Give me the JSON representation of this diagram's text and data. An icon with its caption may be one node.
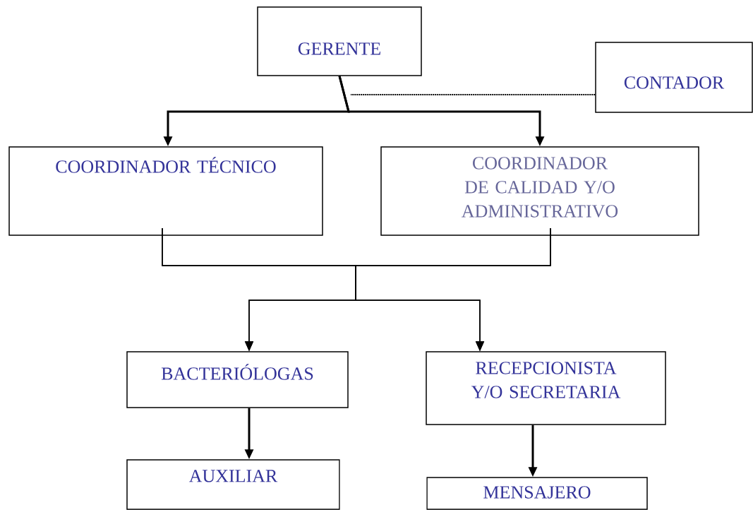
{
  "diagram": {
    "nodes": [
      {
        "text": [
          "GERENTE"
        ]
      },
      {
        "text": [
          "CONTADOR"
        ]
      },
      {
        "text": [
          "COORDINADOR TÉCNICO"
        ]
      },
      {
        "text": [
          "COORDINADOR DE CALIDAD Y/O ADMINISTRATIVO"
        ]
      },
      {
        "text": [
          "BACTERIÓLOGAS"
        ]
      },
      {
        "text": [
          "RECEPCIONISTA Y/O SECRETARIA"
        ]
      },
      {
        "text": [
          "AUXILIAR"
        ]
      },
      {
        "text": [
          "MENSAJERO"
        ]
      }
    ],
    "edges": [
      {
        "from": 0,
        "to": 2,
        "arrow": "to"
      },
      {
        "from": 0,
        "to": 3,
        "arrow": "to"
      },
      {
        "from": 1,
        "to": 0,
        "arrow": "none",
        "style": "dashed"
      },
      {
        "from": 2,
        "to": 4,
        "arrow": "to"
      },
      {
        "from": 2,
        "to": 5,
        "arrow": "to"
      },
      {
        "from": 3,
        "to": 4,
        "arrow": "to"
      },
      {
        "from": 3,
        "to": 5,
        "arrow": "to"
      },
      {
        "from": 4,
        "to": 6,
        "arrow": "to"
      },
      {
        "from": 5,
        "to": 7,
        "arrow": "to"
      }
    ]
  }
}
